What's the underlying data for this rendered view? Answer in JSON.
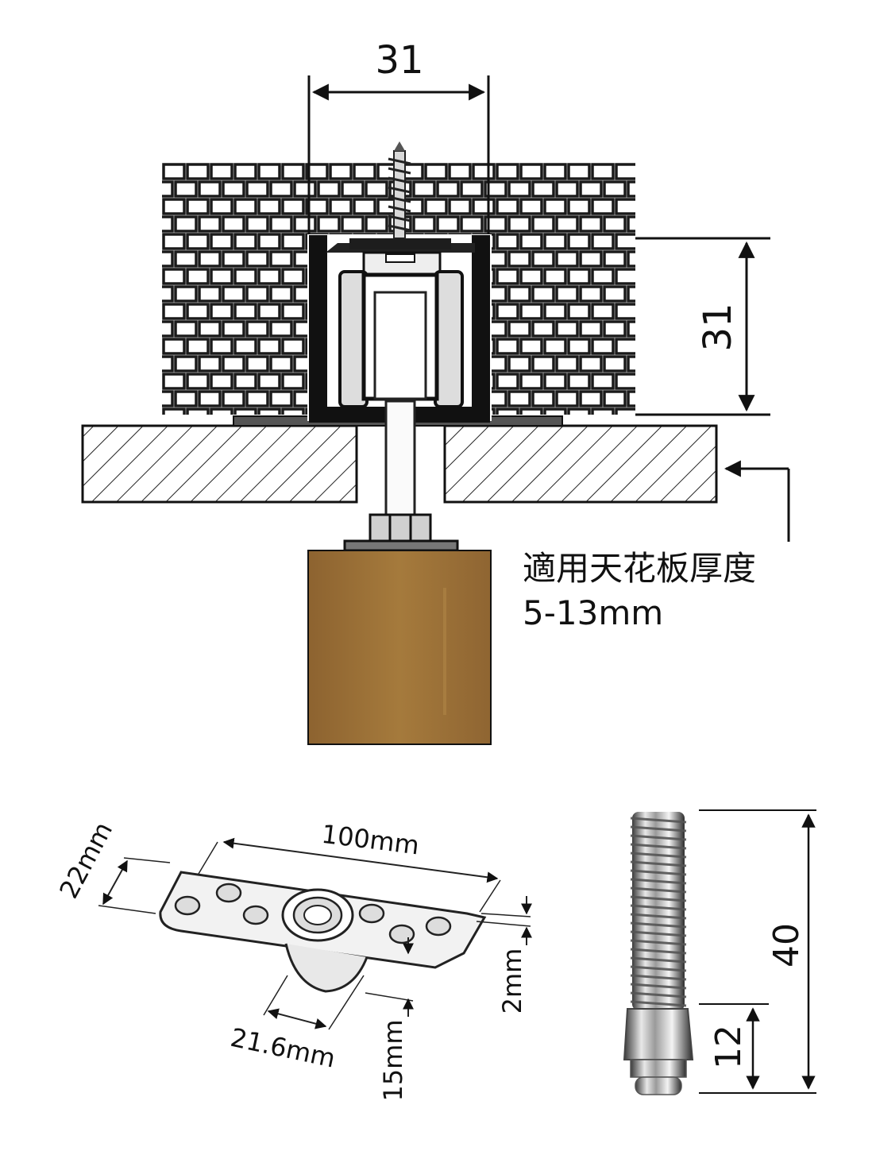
{
  "top_diagram": {
    "width_label": "31",
    "height_label": "31",
    "note_line1": "適用天花板厚度",
    "note_line2": "5-13mm",
    "colors": {
      "wood": "#9b7034",
      "brick_line": "#1a1a1a",
      "track": "#111111"
    }
  },
  "plate_diagram": {
    "length_label": "100mm",
    "width_label": "22mm",
    "thickness_label": "2mm",
    "boss_diameter_label": "21.6mm",
    "boss_height_label": "15mm"
  },
  "bolt_diagram": {
    "total_label": "40",
    "nut_label": "12"
  }
}
